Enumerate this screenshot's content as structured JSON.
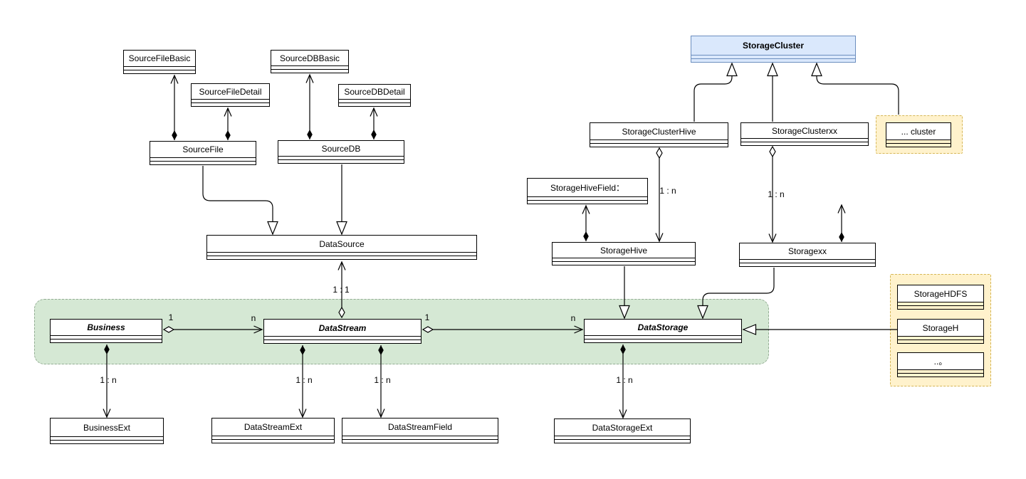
{
  "diagram": {
    "type": "uml-class-diagram",
    "colors": {
      "node_fill": "#ffffff",
      "node_stroke": "#000000",
      "highlight_blue_fill": "#dae8fc",
      "highlight_blue_stroke": "#6c8ebf",
      "group_yellow_fill": "#fff2cc",
      "group_yellow_stroke": "#d6b656",
      "group_green_fill": "#d5e8d4",
      "group_green_stroke": "#94ad94"
    },
    "nodes": {
      "source_file_basic": {
        "label": "SourceFileBasic"
      },
      "source_file_detail": {
        "label": "SourceFileDetail"
      },
      "source_db_basic": {
        "label": "SourceDBBasic"
      },
      "source_db_detail": {
        "label": "SourceDBDetail"
      },
      "source_file": {
        "label": "SourceFile"
      },
      "source_db": {
        "label": "SourceDB"
      },
      "data_source": {
        "label": "DataSource"
      },
      "storage_cluster": {
        "label": "StorageCluster"
      },
      "storage_cluster_hive": {
        "label": "StorageClusterHive"
      },
      "storage_cluster_xx": {
        "label": "StorageClusterxx"
      },
      "cluster_more": {
        "label": "... cluster"
      },
      "storage_hive_field": {
        "label": "StorageHiveField："
      },
      "storage_hive": {
        "label": "StorageHive"
      },
      "storage_xx": {
        "label": "Storagexx"
      },
      "business": {
        "label": "Business"
      },
      "data_stream": {
        "label": "DataStream"
      },
      "data_storage": {
        "label": "DataStorage"
      },
      "business_ext": {
        "label": "BusinessExt"
      },
      "data_stream_ext": {
        "label": "DataStreamExt"
      },
      "data_stream_field": {
        "label": "DataStreamField"
      },
      "data_storage_ext": {
        "label": "DataStorageExt"
      },
      "storage_hdfs": {
        "label": "StorageHDFS"
      },
      "storage_h": {
        "label": "StorageH"
      },
      "storage_more": {
        "label": "..。"
      }
    },
    "edge_labels": {
      "stream_to_source": "1 : 1",
      "cluster_hive_to_hive": "1 : n",
      "cluster_xx_to_xx": "1 : n",
      "business_to_ext": "1 : n",
      "stream_to_ext": "1 : n",
      "stream_to_field": "1 : n",
      "storage_to_ext": "1 : n",
      "business_mult_right": "1",
      "stream_mult_left": "n",
      "stream_mult_right": "1",
      "storage_mult_left": "n"
    }
  }
}
